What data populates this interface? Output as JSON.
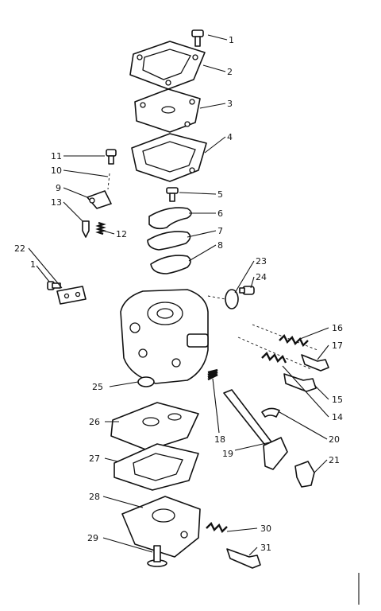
{
  "callouts": {
    "c1a": "1",
    "c1b": "1",
    "c2": "2",
    "c3": "3",
    "c4": "4",
    "c5": "5",
    "c6": "6",
    "c7": "7",
    "c8": "8",
    "c9": "9",
    "c10": "10",
    "c11": "11",
    "c12": "12",
    "c13": "13",
    "c14": "14",
    "c15": "15",
    "c16": "16",
    "c17": "17",
    "c18": "18",
    "c19": "19",
    "c20": "20",
    "c21": "21",
    "c22": "22",
    "c23": "23",
    "c24": "24",
    "c25": "25",
    "c26": "26",
    "c27": "27",
    "c28": "28",
    "c29": "29",
    "c30": "30",
    "c31": "31"
  }
}
